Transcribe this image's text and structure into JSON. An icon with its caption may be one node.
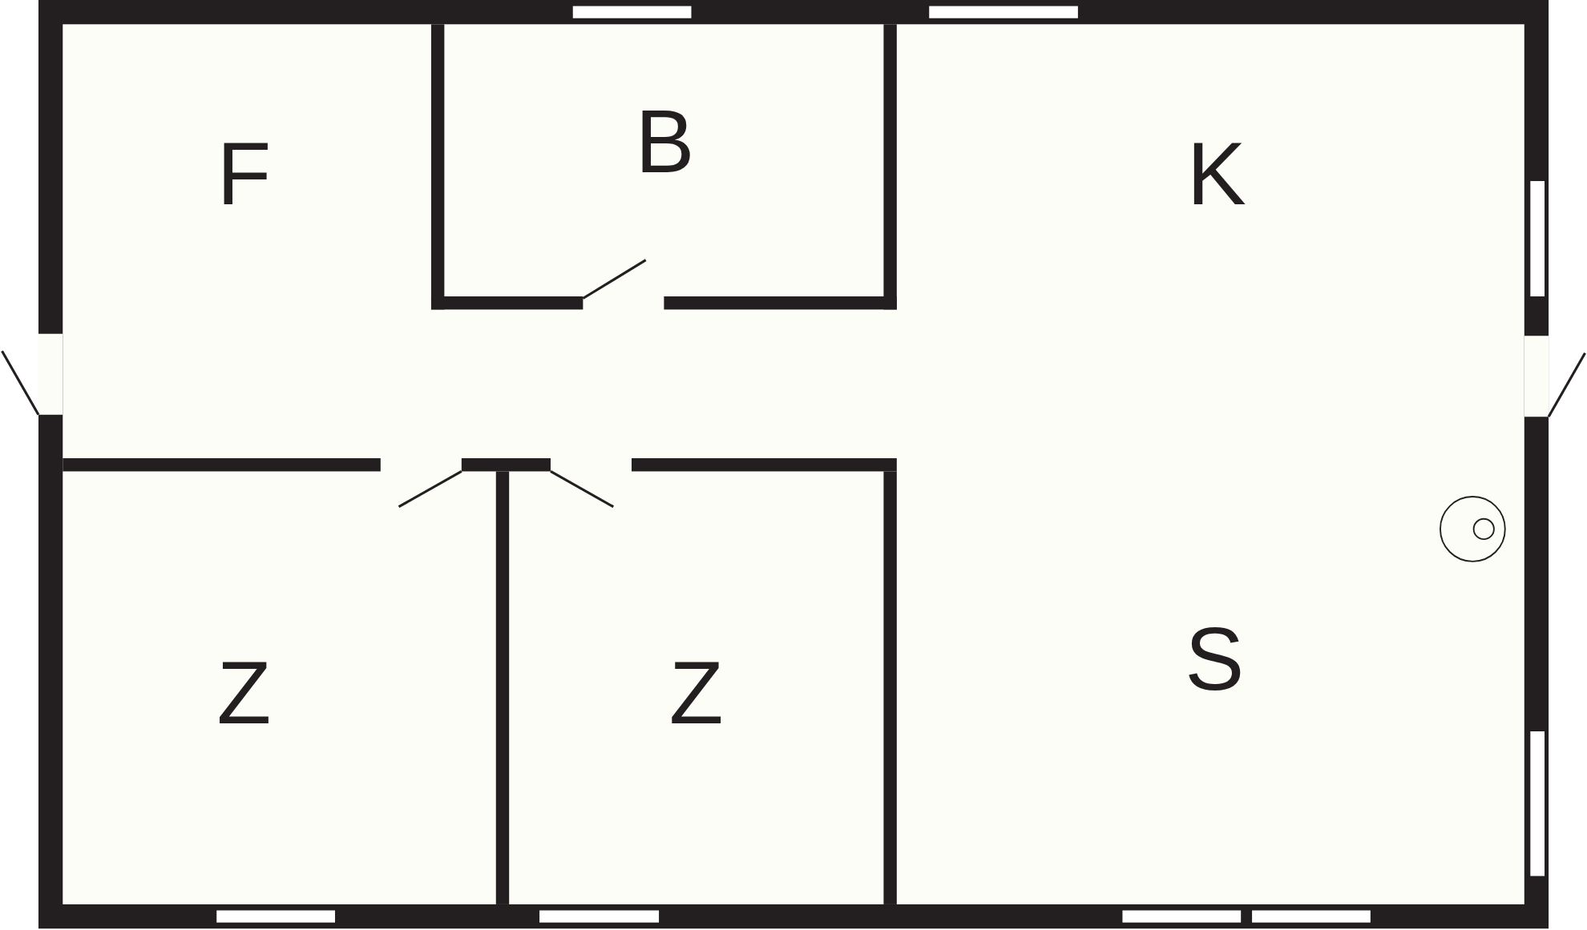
{
  "diagram": {
    "labels": [
      "F",
      "B",
      "K",
      "Z",
      "Z",
      "S"
    ]
  }
}
